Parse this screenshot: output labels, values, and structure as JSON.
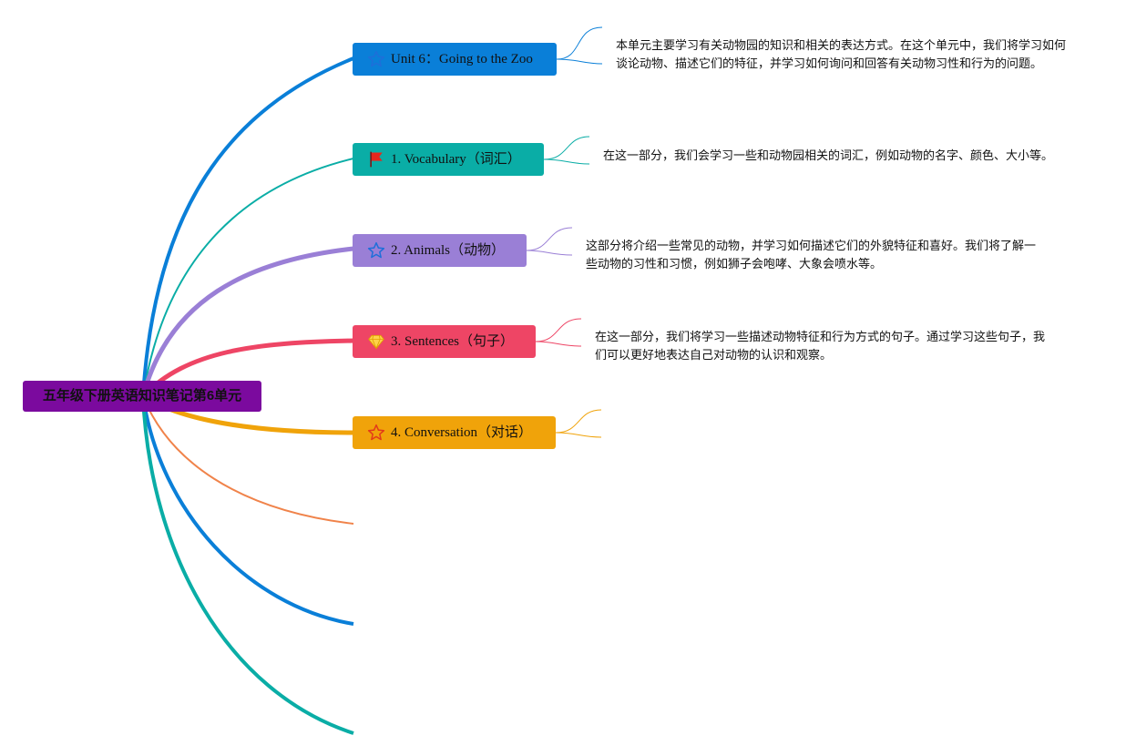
{
  "root": {
    "label": "五年级下册英语知识笔记第6单元",
    "color": "#7b0a9e"
  },
  "nodes": [
    {
      "label": "Unit 6：Going to the Zoo",
      "color": "#0a7fd8",
      "icon": "star-outline-icon",
      "description": "本单元主要学习有关动物园的知识和相关的表达方式。在这个单元中，我们将学习如何谈论动物、描述它们的特征，并学习如何询问和回答有关动物习性和行为的问题。"
    },
    {
      "label": "1. Vocabulary（词汇）",
      "color": "#0aada6",
      "icon": "red-flag-icon",
      "description": "在这一部分，我们会学习一些和动物园相关的词汇，例如动物的名字、颜色、大小等。"
    },
    {
      "label": "2. Animals（动物）",
      "color": "#9a7fd6",
      "icon": "star-outline-icon",
      "description": "这部分将介绍一些常见的动物，并学习如何描述它们的外貌特征和喜好。我们将了解一些动物的习性和习惯，例如狮子会咆哮、大象会喷水等。"
    },
    {
      "label": "3. Sentences（句子）",
      "color": "#ee4565",
      "icon": "diamond-icon",
      "description": "在这一部分，我们将学习一些描述动物特征和行为方式的句子。通过学习这些句子，我们可以更好地表达自己对动物的认识和观察。"
    },
    {
      "label": "4. Conversation（对话）",
      "color": "#f0a30a",
      "icon": "star-outline-icon",
      "description": ""
    }
  ],
  "extra_branch_colors": [
    "#f0834a",
    "#0a7fd8",
    "#0aada6"
  ]
}
